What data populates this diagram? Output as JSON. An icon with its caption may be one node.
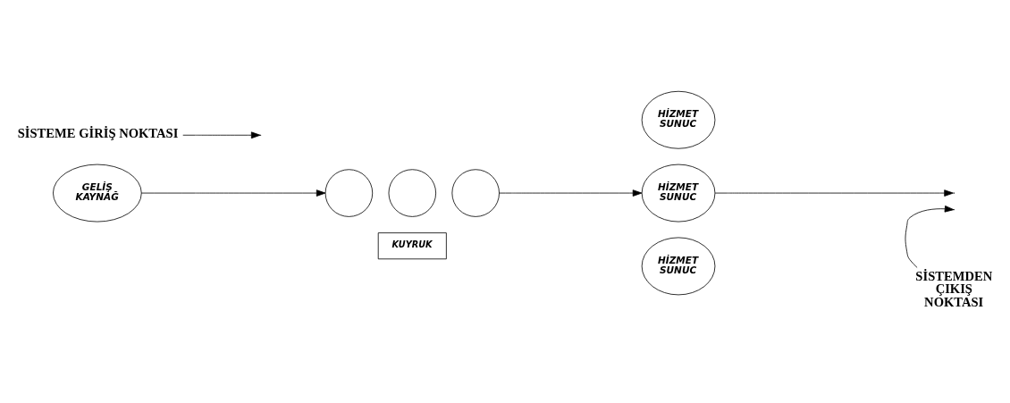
{
  "diagram": {
    "nodes": [
      {
        "text": [
          "SİSTEME GİRİŞ NOKTASI"
        ]
      },
      {
        "text": [
          "GELİŞ KAYNAĞ"
        ]
      },
      {
        "text": [],
        "shape": "circle"
      },
      {
        "text": [],
        "shape": "circle"
      },
      {
        "text": [],
        "shape": "circle"
      },
      {
        "text": [
          "KUYRUK"
        ]
      },
      {
        "text": [
          "HİZMET SUNUC"
        ]
      },
      {
        "text": [
          "HİZMET SUNUC"
        ]
      },
      {
        "text": [
          "HİZMET SUNUC"
        ]
      },
      {
        "text": [
          "SİSTEMDEN ÇIKIŞ NOKTASI"
        ]
      }
    ],
    "edges": [
      {
        "from": 0,
        "to": null,
        "arrow": "to"
      },
      {
        "from": 1,
        "to": 2,
        "arrow": "to"
      },
      {
        "from": 4,
        "to": 7,
        "arrow": "to"
      },
      {
        "from": 7,
        "to": null,
        "arrow": "to"
      },
      {
        "from": 9,
        "to": null,
        "arrow": "to"
      }
    ]
  }
}
